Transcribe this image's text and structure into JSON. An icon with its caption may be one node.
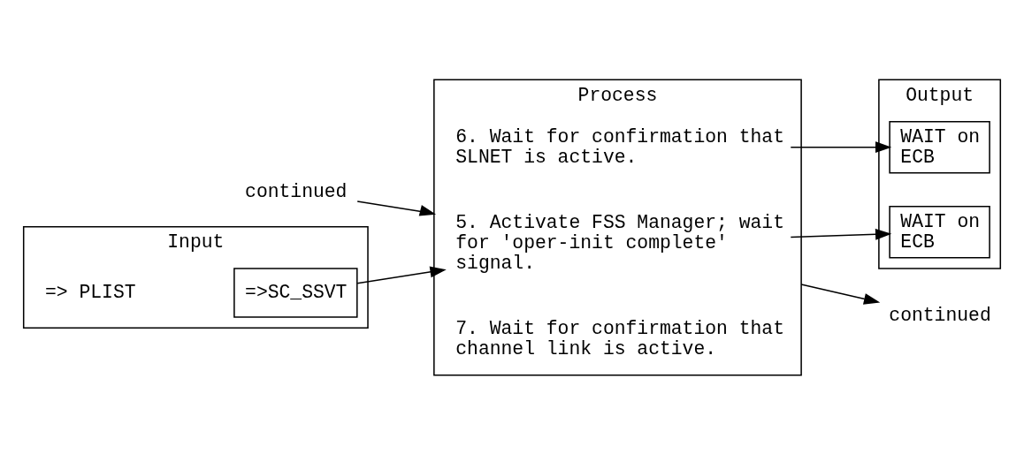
{
  "diagram": {
    "nodes": [
      {
        "text": [
          "continued"
        ]
      },
      {
        "text": [
          "Input"
        ]
      },
      {
        "text": [
          "=>SC_SSVT"
        ],
        "in": 1
      },
      {
        "text": [
          "Process"
        ]
      },
      {
        "text": [
          "5. Activate FSS Manager; wait for 'oper-init complete' signal."
        ],
        "in": 3
      },
      {
        "text": [
          "6. Wait for confirmation that SLNET is active."
        ],
        "in": 3
      },
      {
        "text": [
          "7. Wait for confirmation that channel link is active."
        ],
        "in": 3
      },
      {
        "text": [
          "Output"
        ]
      },
      {
        "text": [
          "WAIT on ECB"
        ],
        "in": 7
      },
      {
        "text": [
          "WAIT on ECB"
        ],
        "in": 7
      },
      {
        "text": [
          "continued"
        ]
      }
    ],
    "edges": [
      {
        "from": 0,
        "to": 3,
        "arrow": "to"
      },
      {
        "from": 2,
        "to": 4,
        "arrow": "to"
      },
      {
        "from": 4,
        "to": 8,
        "arrow": "to"
      },
      {
        "from": 5,
        "to": 9,
        "arrow": "to"
      },
      {
        "from": 3,
        "to": 10,
        "arrow": "to"
      }
    ],
    "labels": [
      "=> PLIST"
    ]
  }
}
